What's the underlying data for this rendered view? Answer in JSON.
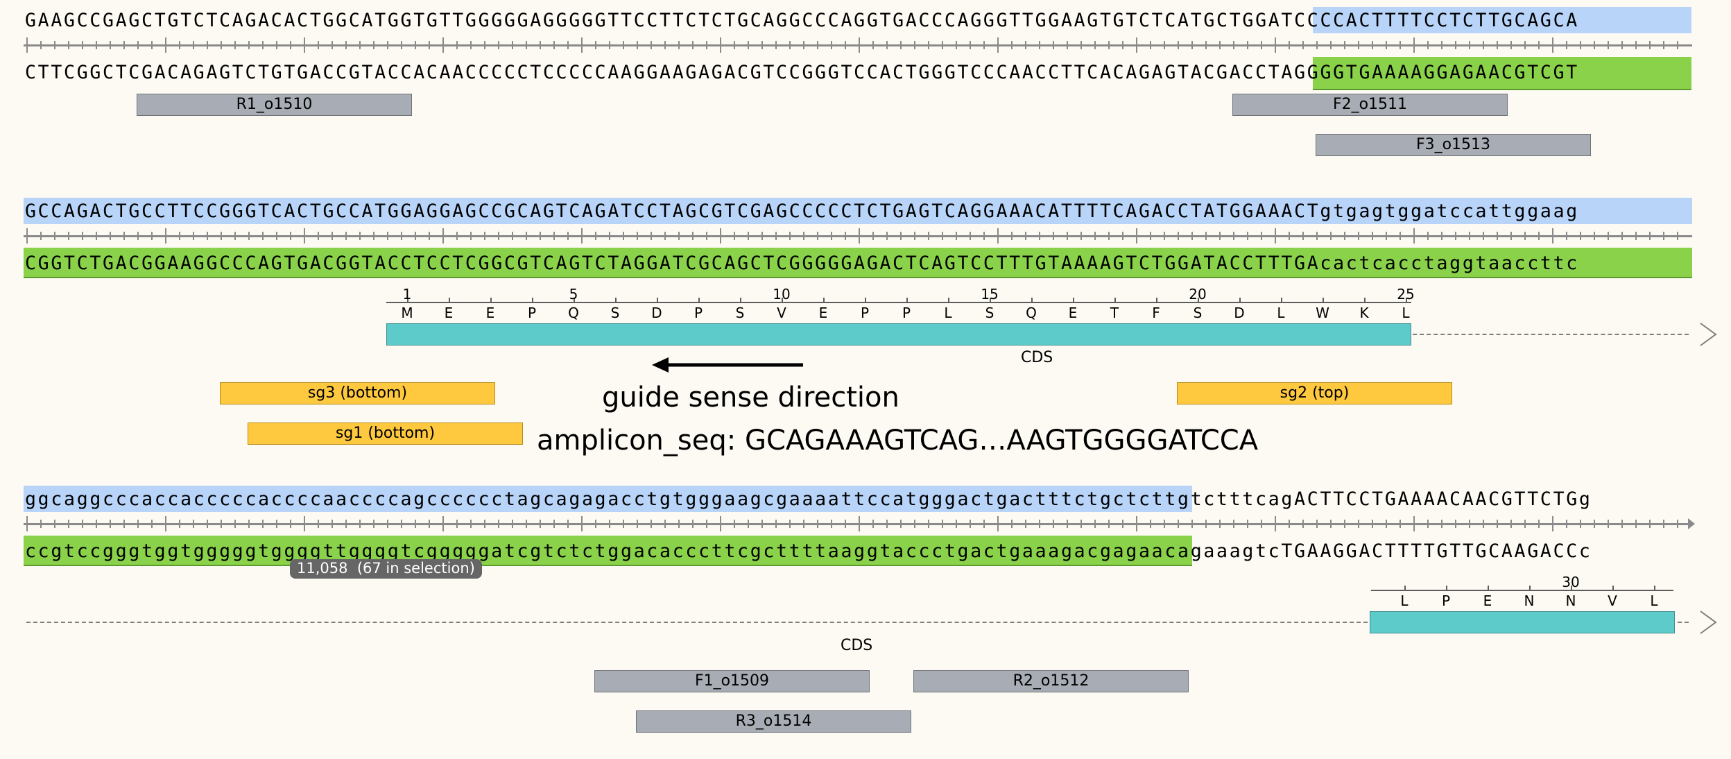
{
  "rows": [
    {
      "top_pre": "GAAGCCGAGCTGTCTCAGACACTGGCATGGTGTTGGGGGAGGGGGTTCCTTCTCTGCAGGCCCAGGTGACCCAGGGTTGGAAGTGTCTCATGC",
      "top_sel": "TGGATCCCCACTTTTCCTCTTGCAGCA",
      "top_post": "",
      "bottom_pre": "CTTCGGCTCGACAGAGTCTGTGACCGTACCACAACCCCCTCCCCCAAGGAAGAGACGTCCGGGTCCACTGGGTCCCAACCTTCACAGAGTACG",
      "bottom_sel": "ACCTAGGGGTGAAAAGGAGAACGTCGT",
      "bottom_post": ""
    },
    {
      "top_pre": "",
      "top_sel": "GCCAGACTGCCTTCCGGGTCACTGCCATGGAGGAGCCGCAGTCAGATCCTAGCGTCGAGCCCCCTCTGAGTCAGGAAACATTTTCAGACCTATGGAAACTgtgagtggatccattggaag",
      "top_post": "",
      "bottom_pre": "",
      "bottom_sel": "CGGTCTGACGGAAGGCCCAGTGACGGTACCTCCTCGGCGTCAGTCTAGGATCGCAGCTCGGGGGAGACTCAGTCCTTTGTAAAAGTCTGGATACCTTTGAcactcacctaggtaaccttc",
      "bottom_post": ""
    },
    {
      "top_pre": "",
      "top_sel": "ggcaggcccaccacccccaccccaaccccagcccccctagcagagacctgtgggaagcgaaaattccatgggactgactttctgc",
      "top_post": "tcttgtctttcagACTTCCTGAAAACAACGTTCTGg",
      "bottom_pre": "",
      "bottom_sel": "ccgtccgggtggtgggggtggggttggggtcgggggatcgtctctggacacccttcgcttttaaggtaccctgactgaaagacg",
      "bottom_post": "agaacagaaagtcTGAAGGACTTTTGTTGCAAGACCc"
    }
  ],
  "primers": {
    "r1": "R1_o1510",
    "f2": "F2_o1511",
    "f3": "F3_o1513",
    "f1": "F1_o1509",
    "r2": "R2_o1512",
    "r3": "R3_o1514"
  },
  "guides": {
    "sg3": "sg3 (bottom)",
    "sg1": "sg1 (bottom)",
    "sg2": "sg2 (top)"
  },
  "cds": {
    "label": "CDS",
    "aa_row1": [
      "M",
      "E",
      "E",
      "P",
      "Q",
      "S",
      "D",
      "P",
      "S",
      "V",
      "E",
      "P",
      "P",
      "L",
      "S",
      "Q",
      "E",
      "T",
      "F",
      "S",
      "D",
      "L",
      "W",
      "K",
      "L"
    ],
    "num_row1": [
      "1",
      "5",
      "10",
      "15",
      "20",
      "25"
    ],
    "aa_row3": [
      "L",
      "P",
      "E",
      "N",
      "N",
      "V",
      "L"
    ],
    "num_row3": [
      "30"
    ]
  },
  "annotations": {
    "guide_direction": "guide sense direction",
    "amplicon": "amplicon_seq: GCAGAAAGTCAG…AAGTGGGGATCCA"
  },
  "tooltip": {
    "text": "11,058  (67 in selection)"
  },
  "colors": {
    "background": "#fdfaf3",
    "selection_top": "#b8d4f8",
    "selection_bottom": "#8ad24a",
    "primer": "#a8acb4",
    "guide": "#ffc93f",
    "cds": "#5ecbcb",
    "tooltip": "#666666"
  }
}
